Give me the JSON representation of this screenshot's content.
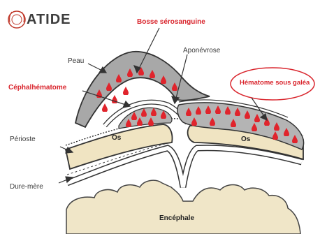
{
  "logo": {
    "brand": "ATIDE",
    "tagline": "",
    "colors": {
      "wreath": "#c0392b",
      "text": "#3d3d3d"
    }
  },
  "labels": {
    "peau": "Peau",
    "bosse": "Bosse sérosanguine",
    "aponevrose": "Aponévrose",
    "hematome_sous_galea": "Hématome sous galéa",
    "cephalhematome": "Céphalhématome",
    "periosteum": "Périoste",
    "os_left": "Os",
    "os_right": "Os",
    "dure_mere": "Dure-mère",
    "encephale": "Encéphale"
  },
  "colors": {
    "label_red": "#d9242c",
    "skin_fill": "#a8a8a8",
    "bone_fill": "#f0e4c2",
    "brain_fill": "#f0e6c8",
    "blood": "#e0242c"
  }
}
